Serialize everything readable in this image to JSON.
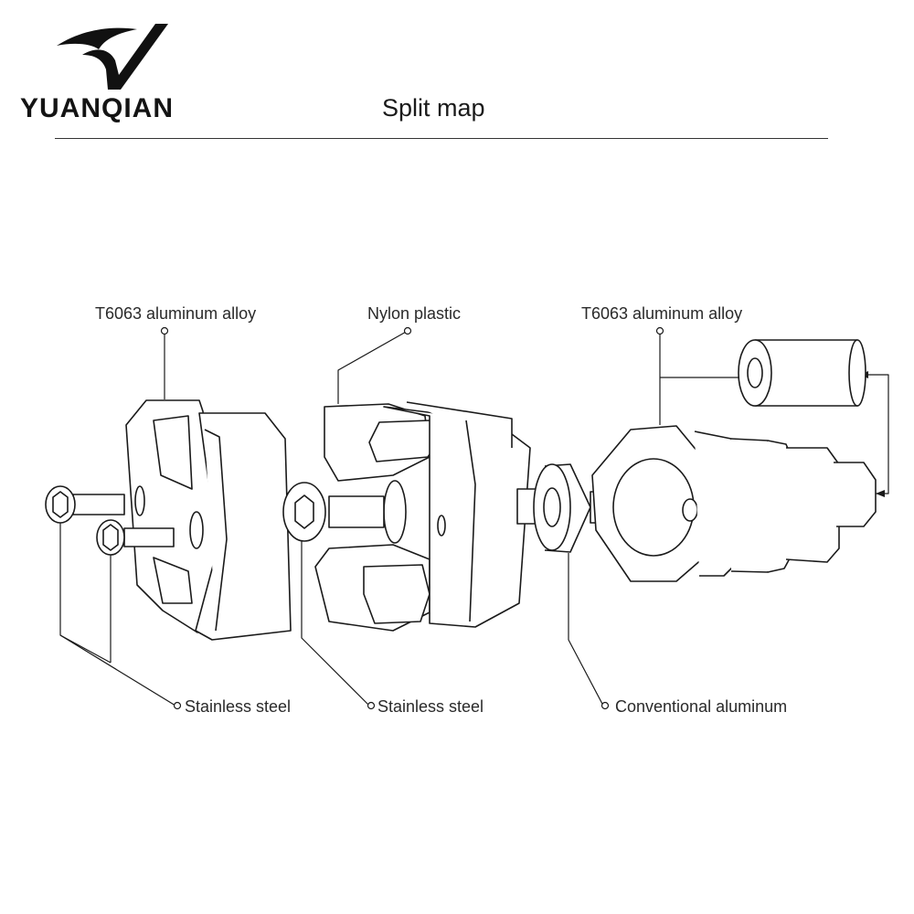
{
  "brand": {
    "name": "YUANQIAN"
  },
  "header": {
    "title": "Split map"
  },
  "labels": {
    "left_top": "T6063 aluminum alloy",
    "center_top": "Nylon plastic",
    "right_top": "T6063 aluminum alloy",
    "bolts_left": "Stainless steel",
    "bolt_center": "Stainless steel",
    "spacer": "Conventional aluminum"
  }
}
